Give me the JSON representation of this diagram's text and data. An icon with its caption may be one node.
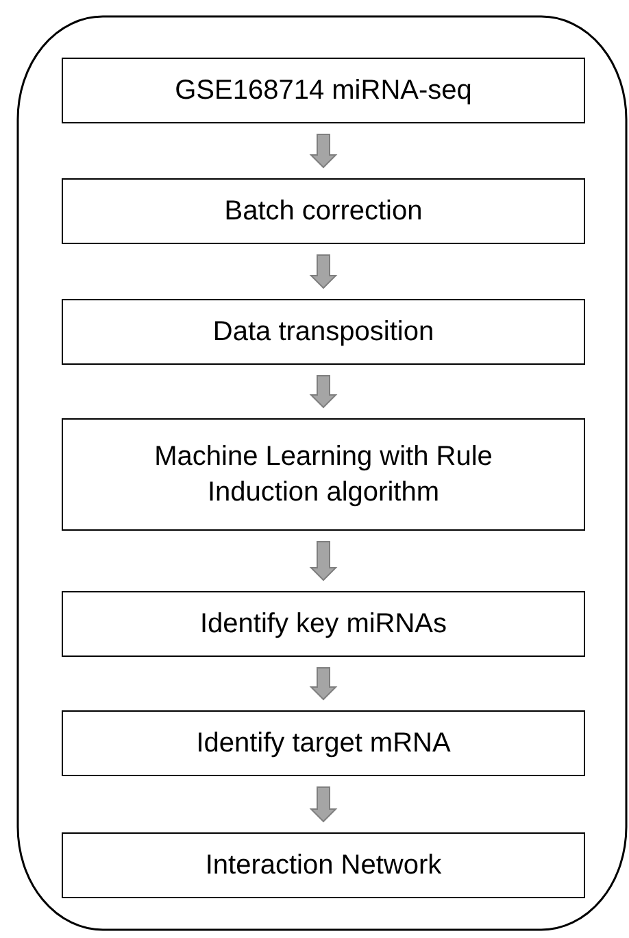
{
  "diagram": {
    "nodes": [
      {
        "text": [],
        "shape": "box"
      },
      {
        "text": [
          "GSE168714 miRNA-seq"
        ],
        "in": 0
      },
      {
        "text": [
          "Batch correction"
        ],
        "in": 0
      },
      {
        "text": [
          "Data transposition"
        ],
        "in": 0
      },
      {
        "text": [
          "Machine Learning with Rule Induction algorithm"
        ],
        "in": 0
      },
      {
        "text": [
          "Identify key miRNAs"
        ],
        "in": 0
      },
      {
        "text": [
          "Identify target mRNA"
        ],
        "in": 0
      },
      {
        "text": [
          "Interaction Network"
        ],
        "in": 0
      }
    ],
    "edges": [
      {
        "from": 1,
        "to": 2,
        "arrow": "to"
      },
      {
        "from": 2,
        "to": 3,
        "arrow": "to"
      },
      {
        "from": 3,
        "to": 4,
        "arrow": "to"
      },
      {
        "from": 4,
        "to": 5,
        "arrow": "to"
      },
      {
        "from": 5,
        "to": 6,
        "arrow": "to"
      },
      {
        "from": 6,
        "to": 7,
        "arrow": "to"
      }
    ]
  }
}
